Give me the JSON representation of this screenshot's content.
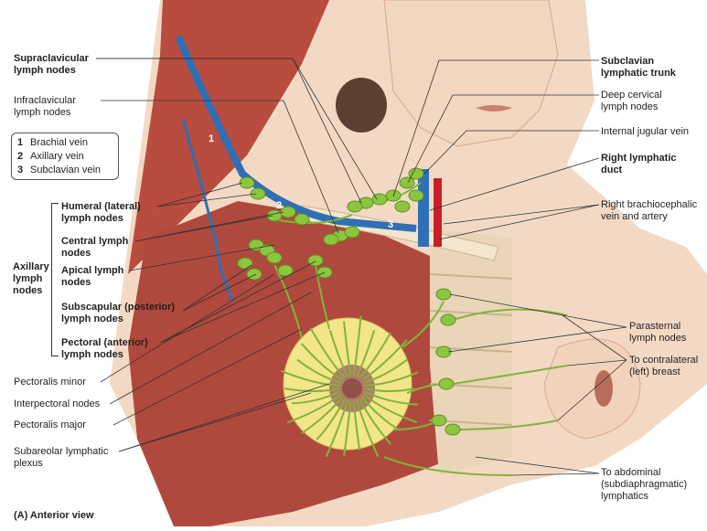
{
  "labels": {
    "supraclavicular": "Supraclavicular\nlymph nodes",
    "infraclavicular": "Infraclavicular\nlymph nodes",
    "humeral": "Humeral (lateral)\nlymph nodes",
    "central": "Central lymph\nnodes",
    "apical": "Apical lymph\nnodes",
    "subscapular": "Subscapular (posterior)\nlymph nodes",
    "pectoral": "Pectoral (anterior)\nlymph nodes",
    "axillary": "Axillary\nlymph\nnodes",
    "pectoralis_minor": "Pectoralis minor",
    "interpectoral": "Interpectoral nodes",
    "pectoralis_major": "Pectoralis major",
    "subareolar": "Subareolar lymphatic\nplexus",
    "view": "(A) Anterior view",
    "subclavian_trunk": "Subclavian\nlymphatic trunk",
    "deep_cervical": "Deep cervical\nlymph nodes",
    "internal_jugular": "Internal jugular vein",
    "right_lymphatic_duct": "Right lymphatic\nduct",
    "brachiocephalic": "Right brachiocephalic\nvein and artery",
    "parasternal": "Parasternal\nlymph nodes",
    "contralateral": "To contralateral\n(left) breast",
    "abdominal": "To abdominal\n(subdiaphragmatic)\nlymphatics"
  },
  "legend": [
    {
      "num": "1",
      "text": "Brachial vein"
    },
    {
      "num": "2",
      "text": "Axillary vein"
    },
    {
      "num": "3",
      "text": "Subclavian vein"
    }
  ],
  "markers": [
    "1",
    "2",
    "3"
  ],
  "colors": {
    "skin": "#f3d9c4",
    "muscle": "#b84c3e",
    "vein": "#2f6fb5",
    "artery": "#c8202b",
    "node": "#8cc63f",
    "lymph_vessel": "#7fb53a",
    "gland": "#f2e58a",
    "nipple": "#a9685a"
  }
}
